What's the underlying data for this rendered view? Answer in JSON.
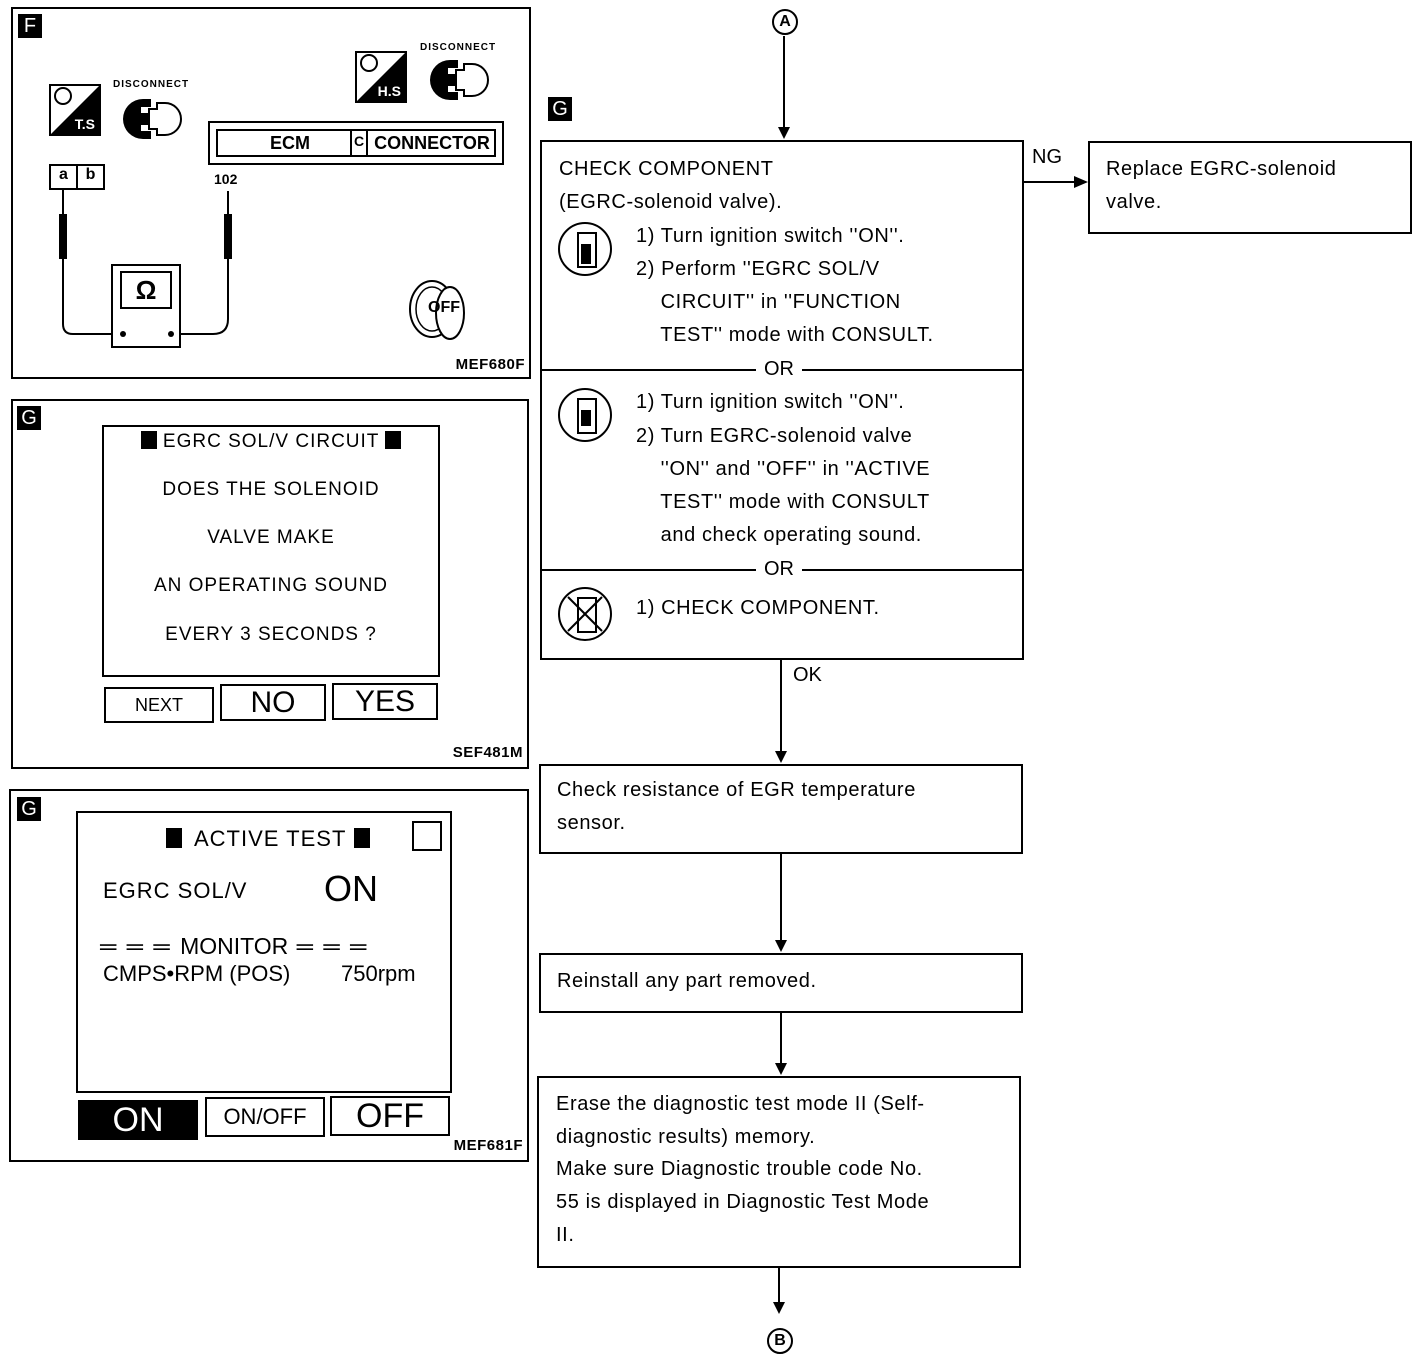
{
  "panel_f": {
    "tag": "F",
    "ts_label": "T.S",
    "hs_label": "H.S",
    "disconnect_left": "DISCONNECT",
    "disconnect_right": "DISCONNECT",
    "ecm_label": "ECM",
    "connector_label": "CONNECTOR",
    "terminal_a": "a",
    "terminal_b": "b",
    "terminal_num": "102",
    "meter_symbol": "Ω",
    "ignition_label": "OFF",
    "figure_code": "MEF680F"
  },
  "panel_g1": {
    "tag": "G",
    "screen_title": "EGRC SOL/V CIRCUIT",
    "lines": [
      "DOES THE SOLENOID",
      "VALVE MAKE",
      "AN OPERATING SOUND",
      "EVERY 3 SECONDS ?"
    ],
    "buttons": [
      "NEXT",
      "NO",
      "YES"
    ],
    "figure_code": "SEF481M"
  },
  "panel_g2": {
    "tag": "G",
    "screen_title": "ACTIVE TEST",
    "item_label": "EGRC SOL/V",
    "item_value": "ON",
    "monitor_label": "MONITOR",
    "monitor_item": "CMPS•RPM (POS)",
    "monitor_value": "750rpm",
    "buttons": [
      "ON",
      "ON/OFF",
      "OFF"
    ],
    "figure_code": "MEF681F"
  },
  "flow": {
    "start_connector": "A",
    "end_connector": "B",
    "section_tag": "G",
    "check_box": {
      "title_line1": "CHECK COMPONENT",
      "title_line2": "(EGRC-solenoid valve).",
      "option1": [
        "1) Turn ignition switch ''ON''.",
        "2) Perform ''EGRC SOL/V",
        "    CIRCUIT'' in ''FUNCTION",
        "    TEST'' mode with CONSULT."
      ],
      "or_label_1": "OR",
      "option2": [
        "1) Turn ignition switch ''ON''.",
        "2) Turn EGRC-solenoid valve",
        "    ''ON'' and ''OFF'' in ''ACTIVE",
        "    TEST'' mode with CONSULT",
        "    and check operating sound."
      ],
      "or_label_2": "OR",
      "option3": [
        "1) CHECK COMPONENT."
      ]
    },
    "ng_label": "NG",
    "ok_label": "OK",
    "ng_box": [
      "Replace EGRC-solenoid",
      "valve."
    ],
    "step2": [
      "Check resistance of EGR temperature",
      "sensor."
    ],
    "step3": [
      "Reinstall any part removed."
    ],
    "step4": [
      "Erase the diagnostic test mode II (Self-",
      "diagnostic results) memory.",
      "Make sure Diagnostic trouble code No.",
      "55 is displayed in Diagnostic Test Mode",
      "II."
    ]
  }
}
